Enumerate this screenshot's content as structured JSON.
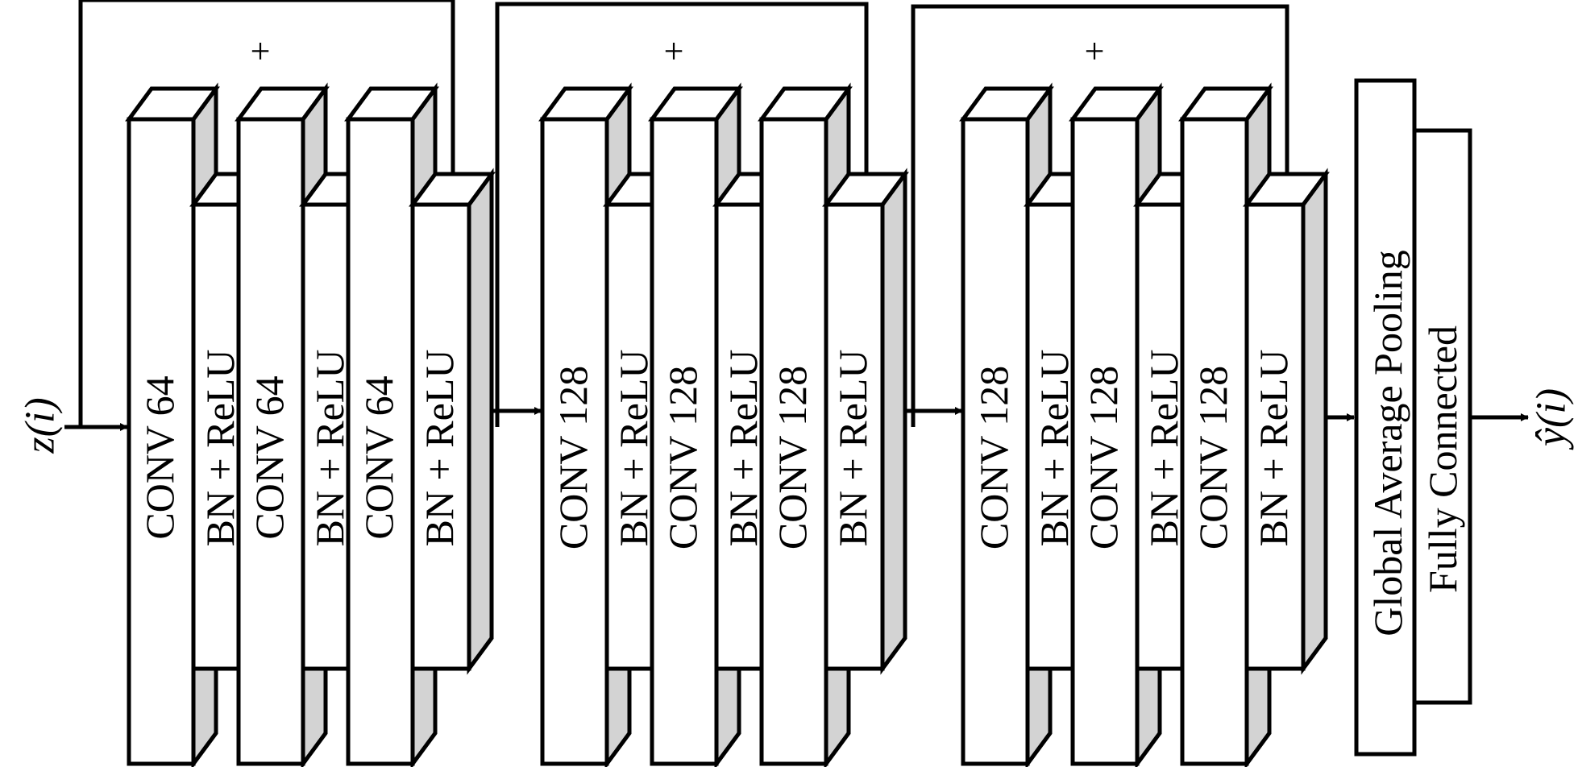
{
  "input_label": "z(i)",
  "output_label": "ŷ(i)",
  "blocks": [
    {
      "skip_symbol": "+",
      "layers": [
        {
          "conv": "CONV 64",
          "bn": "BN + ReLU"
        },
        {
          "conv": "CONV 64",
          "bn": "BN + ReLU"
        },
        {
          "conv": "CONV 64",
          "bn": "BN + ReLU"
        }
      ]
    },
    {
      "skip_symbol": "+",
      "layers": [
        {
          "conv": "CONV 128",
          "bn": "BN + ReLU"
        },
        {
          "conv": "CONV 128",
          "bn": "BN + ReLU"
        },
        {
          "conv": "CONV 128",
          "bn": "BN + ReLU"
        }
      ]
    },
    {
      "skip_symbol": "+",
      "layers": [
        {
          "conv": "CONV 128",
          "bn": "BN + ReLU"
        },
        {
          "conv": "CONV 128",
          "bn": "BN + ReLU"
        },
        {
          "conv": "CONV 128",
          "bn": "BN + ReLU"
        }
      ]
    }
  ],
  "head": {
    "pool_label": "Global Average Pooling",
    "fc_label": "Fully Connected"
  },
  "colors": {
    "stroke": "#000000",
    "side_shading": "#d3d3d3",
    "fill": "#ffffff"
  }
}
